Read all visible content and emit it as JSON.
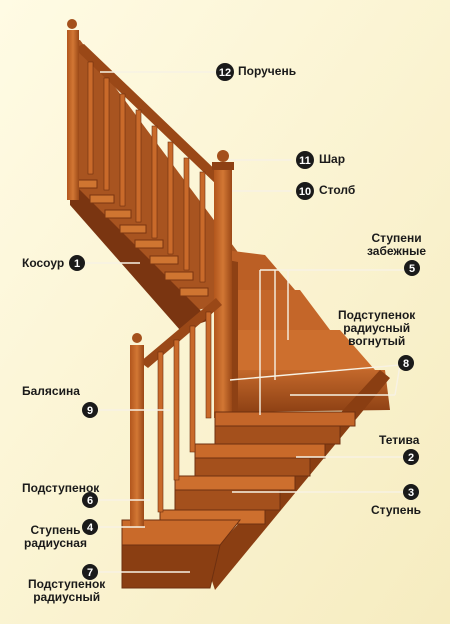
{
  "colors": {
    "background": "#fdf8d8",
    "wood_light": "#c96a2a",
    "wood_mid": "#a4501c",
    "wood_dark": "#6e3010",
    "badge_fill": "#1a1a1a",
    "badge_text": "#ffffff",
    "leader_line": "#f4f0e4"
  },
  "callouts": [
    {
      "number": "1",
      "label": "Косоур"
    },
    {
      "number": "2",
      "label": "Тетива"
    },
    {
      "number": "3",
      "label": "Ступень"
    },
    {
      "number": "4",
      "label_lines": [
        "Ступень",
        "радиусная"
      ]
    },
    {
      "number": "5",
      "label_lines": [
        "Ступени",
        "забежные"
      ]
    },
    {
      "number": "6",
      "label": "Подступенок"
    },
    {
      "number": "7",
      "label_lines": [
        "Подступенок",
        "радиусный"
      ]
    },
    {
      "number": "8",
      "label_lines": [
        "Подступенок",
        "радиусный",
        "вогнутый"
      ]
    },
    {
      "number": "9",
      "label": "Балясина"
    },
    {
      "number": "10",
      "label": "Столб"
    },
    {
      "number": "11",
      "label": "Шар"
    },
    {
      "number": "12",
      "label": "Поручень"
    }
  ]
}
